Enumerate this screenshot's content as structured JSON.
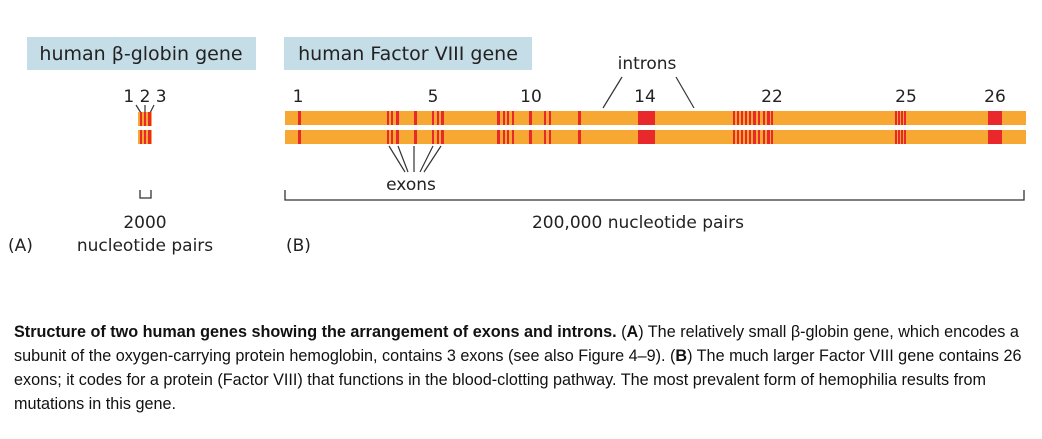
{
  "panel_a": {
    "title": "human β-globin gene",
    "exon_numbers": "1 2 3",
    "scale_value": "2000",
    "scale_unit": "nucleotide pairs",
    "panel_label": "(A)"
  },
  "panel_b": {
    "title": "human Factor VIII gene",
    "exon_numbers": [
      "1",
      "5",
      "10",
      "14",
      "22",
      "25",
      "26"
    ],
    "introns_label": "introns",
    "exons_label": "exons",
    "scale_label": "200,000 nucleotide pairs",
    "panel_label": "(B)"
  },
  "colors": {
    "intron": "#f7a833",
    "exon": "#e8282b",
    "title_box": "#c5dde6"
  },
  "caption": {
    "bold": "Structure of two human genes showing the arrangement of exons and introns.",
    "text_parts": [
      " (",
      "A",
      ") The relatively small β-globin gene, which encodes a subunit of the oxygen-carrying protein hemoglobin, contains 3 exons (see also Figure 4–9). (",
      "B",
      ") The much larger Factor VIII gene contains 26 exons; it codes for a protein (Factor VIII) that functions in the blood-clotting pathway. The most prevalent form of hemophilia results from mutations in this gene."
    ]
  }
}
